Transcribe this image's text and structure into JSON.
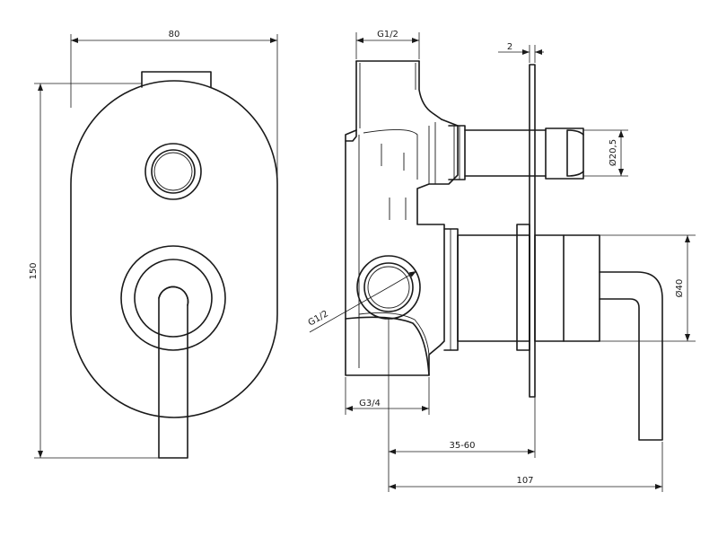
{
  "dimensions": {
    "front_width": "80",
    "front_height": "150",
    "inlet_top": "G1/2",
    "plate_thickness": "2",
    "stem_diameter": "Ø20,5",
    "handle_diameter": "Ø40",
    "side_port": "G1/2",
    "outlet": "G3/4",
    "embed_depth": "35-60",
    "total_depth": "107"
  },
  "colors": {
    "line": "#1a1a1a",
    "background": "#ffffff"
  }
}
